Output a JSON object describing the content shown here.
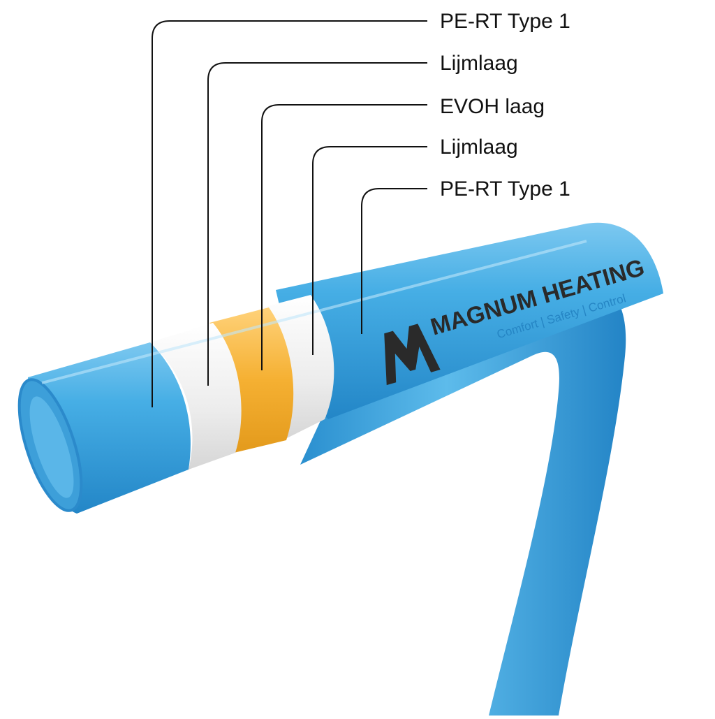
{
  "layers": [
    {
      "label": "PE-RT Type 1",
      "color": "#3aa6e0"
    },
    {
      "label": "Lijmlaag",
      "color": "#f1f1f1"
    },
    {
      "label": "EVOH laag",
      "color": "#f5b032"
    },
    {
      "label": "Lijmlaag",
      "color": "#f1f1f1"
    },
    {
      "label": "PE-RT Type 1",
      "color": "#3aa6e0"
    }
  ],
  "brand": {
    "name": "MAGNUM HEATING",
    "tagline": "Comfort | Safety | Control",
    "text_color": "#2a2a2a"
  },
  "colors": {
    "pipe_blue": "#3aa6e0",
    "pipe_blue_dark": "#2585c4",
    "leader_line": "#111111"
  }
}
